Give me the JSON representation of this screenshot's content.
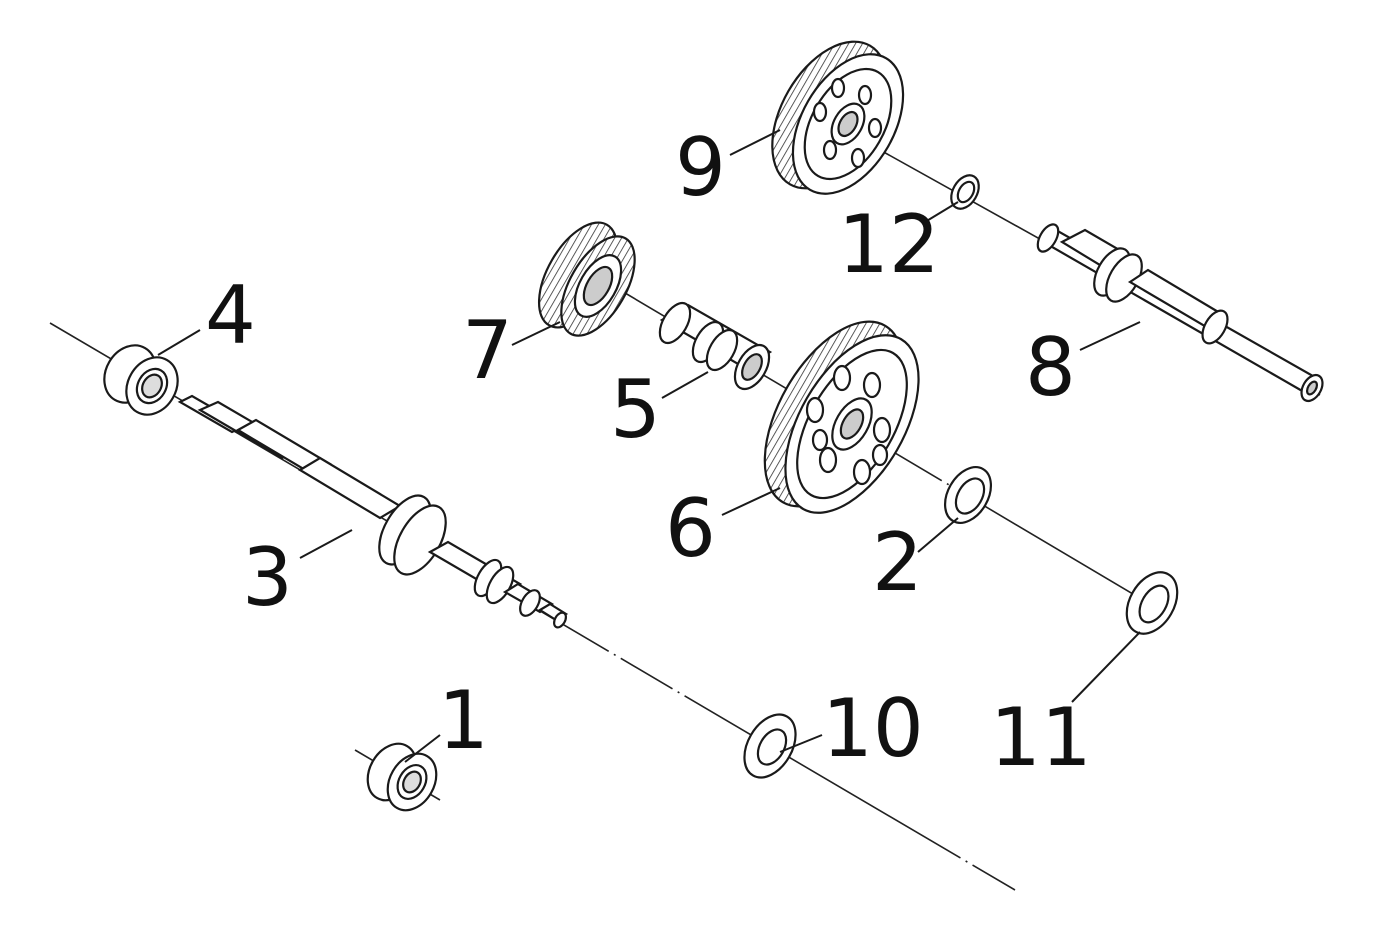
{
  "callouts": [
    {
      "id": "callout-1",
      "label": "1"
    },
    {
      "id": "callout-2",
      "label": "2"
    },
    {
      "id": "callout-3",
      "label": "3"
    },
    {
      "id": "callout-4",
      "label": "4"
    },
    {
      "id": "callout-5",
      "label": "5"
    },
    {
      "id": "callout-6",
      "label": "6"
    },
    {
      "id": "callout-7",
      "label": "7"
    },
    {
      "id": "callout-8",
      "label": "8"
    },
    {
      "id": "callout-9",
      "label": "9"
    },
    {
      "id": "callout-10",
      "label": "10"
    },
    {
      "id": "callout-11",
      "label": "11"
    },
    {
      "id": "callout-12",
      "label": "12"
    }
  ],
  "colors": {
    "ink": "#1a1a1a",
    "paper": "#ffffff",
    "shade": "#c8c8c8"
  }
}
